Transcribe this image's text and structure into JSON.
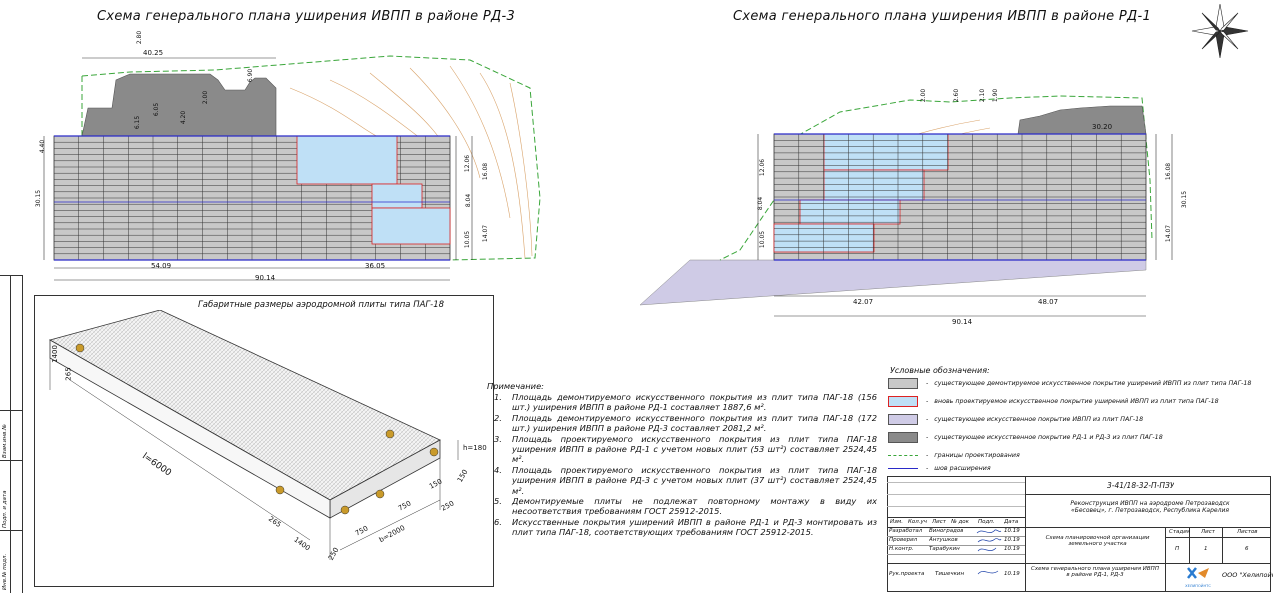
{
  "titles": {
    "left_plan": "Схема генерального плана уширения ИВПП в районе РД-3",
    "right_plan": "Схема генерального плана уширения ИВПП в районе РД-1",
    "slab_box": "Габаритные размеры аэродромной плиты типа ПАГ-18"
  },
  "left_plan_dims": {
    "top": "40.25",
    "d1": "2.80",
    "d2": "6.90",
    "d3": "6.05",
    "d4": "2.00",
    "d5": "6.15",
    "d6": "4.20",
    "left_a": "4.40",
    "left_b": "30.15",
    "right_a": "12.06",
    "right_b": "16.08",
    "right_c": "8.04",
    "right_d": "10.05",
    "right_e": "14.07",
    "bottom_a": "54.09",
    "bottom_b": "36.05",
    "bottom_total": "90.14"
  },
  "right_plan_dims": {
    "top": "30.20",
    "d1": "2.00",
    "d2": "2.60",
    "d3": "2.10",
    "d4": "1.90",
    "left_a": "12.06",
    "left_b": "8.04",
    "left_c": "10.05",
    "right_a": "16.08",
    "right_b": "30.15",
    "right_c": "14.07",
    "bottom_a": "42.07",
    "bottom_b": "48.07",
    "bottom_total": "90.14"
  },
  "slab_dims": {
    "h": "h=180",
    "l": "l=6000",
    "b": "b=2000",
    "a1": "1400",
    "a2": "1400",
    "a3": "265",
    "a4": "265",
    "a5": "750",
    "a6": "750",
    "a7": "250",
    "a8": "250",
    "a9": "150",
    "a10": "150"
  },
  "notes": {
    "heading": "Примечание:",
    "items": [
      {
        "num": "1.",
        "text": "Площадь демонтируемого искусственного покрытия из плит типа ПАГ-18 (156 шт.) уширения ИВПП в районе РД-1 составляет 1887,6 м²."
      },
      {
        "num": "2.",
        "text": "Площадь демонтируемого искусственного покрытия из плит типа ПАГ-18 (172 шт.) уширения ИВПП в районе РД-3 составляет 2081,2 м²."
      },
      {
        "num": "3.",
        "text": "Площадь проектируемого искусственного покрытия из плит типа ПАГ-18 уширения ИВПП в районе РД-1 с учетом новых плит (53 шт²) составляет 2524,45 м²."
      },
      {
        "num": "4.",
        "text": "Площадь проектируемого искусственного покрытия из плит типа ПАГ-18 уширения ИВПП в районе РД-3 с учетом новых плит (37 шт²) составляет 2524,45 м²."
      },
      {
        "num": "5.",
        "text": "Демонтируемые плиты не подлежат повторному монтажу в виду их несоответствия требованиям ГОСТ 25912-2015."
      },
      {
        "num": "6.",
        "text": "Искусственные покрытия уширений ИВПП в районе РД-1 и РД-3 монтировать из плит типа ПАГ-18, соответствующих требованиям ГОСТ 25912-2015."
      }
    ]
  },
  "legend": {
    "heading": "Условные обозначения:",
    "items": [
      {
        "text": "существующее демонтируемое искусственное покрытие уширений ИВПП из плит типа ПАГ-18",
        "color": "#c8c8c8"
      },
      {
        "text": "вновь проектируемое искусственное покрытие уширений ИВПП из плит типа ПАГ-18",
        "color": "#bfe0f6"
      },
      {
        "text": "существующее искусственное покрытие ИВПП из плит ПАГ-18",
        "color": "#cfcbe6"
      },
      {
        "text": "существующее искусственное покрытие РД-1 и РД-3 из плит ПАГ-18",
        "color": "#8a8a8a"
      },
      {
        "text": "границы проектирования",
        "color": "#3aa63a"
      },
      {
        "text": "шов расширения",
        "color": "#2a2ac8"
      }
    ]
  },
  "title_block": {
    "code": "3-41/18-32-П-ПЗУ",
    "project": "Реконструкция ИВПП на аэродроме Петрозаводск «Бесовец», г. Петрозаводск, Республика Карелия",
    "headers": [
      "Изм.",
      "Кол.уч",
      "Лист",
      "№ док",
      "Подп.",
      "Дата"
    ],
    "people": [
      {
        "role": "Разработал",
        "name": "Виноградов",
        "date": "10.19"
      },
      {
        "role": "Проверил",
        "name": "Антушков",
        "date": "10.19"
      },
      {
        "role": "Н.контр.",
        "name": "Тарабукин",
        "date": "10.19"
      },
      {
        "role": "Рук.проекта",
        "name": "Тишечкин",
        "date": "10.19"
      }
    ],
    "section": "Схема планировочной организации земельного участка",
    "stage_headers": [
      "Стадия",
      "Лист",
      "Листов"
    ],
    "stage_values": [
      "П",
      "1",
      "6"
    ],
    "sheet": "Схема генерального плана уширения ИВПП в районе РД-1, РД-3",
    "company": "ООО \"Хелипойнтс\"",
    "logo_text": "ХЕЛИПОЙНТС"
  },
  "sidebar": {
    "labels": [
      "Взам.инв.№",
      "Подп. и дата",
      "Инв.№ подл."
    ]
  }
}
